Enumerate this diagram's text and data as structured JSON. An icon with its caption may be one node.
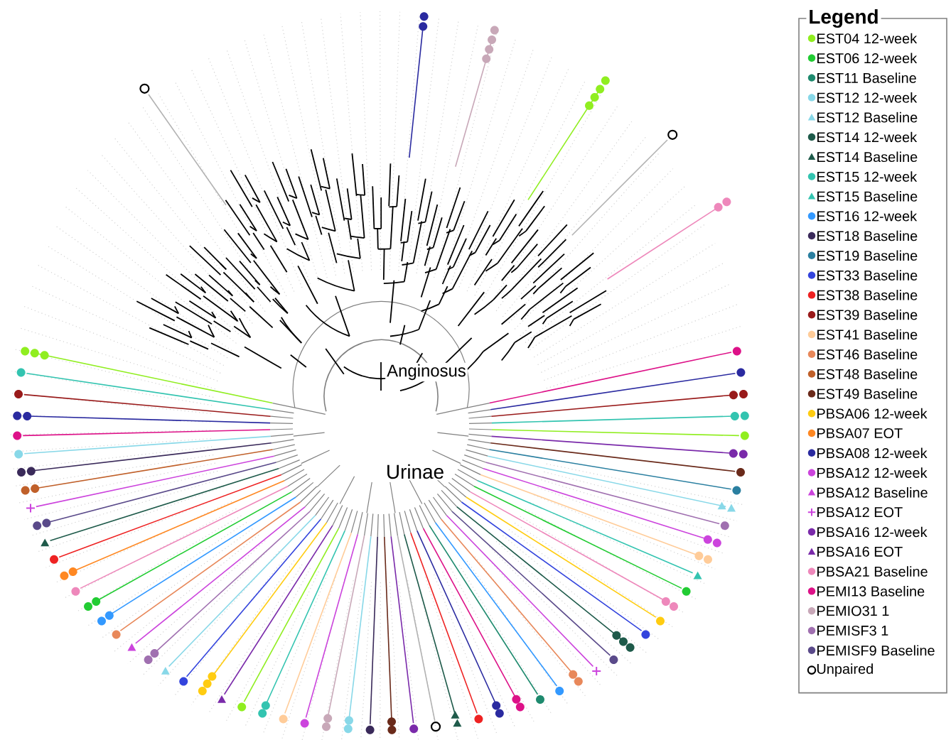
{
  "diagram": {
    "labels": [
      "Legend",
      "Anginosus",
      "Urinae"
    ],
    "legend": [
      {
        "text": "EST04 12-week",
        "color": "#90ee20"
      },
      {
        "text": "EST06 12-week",
        "color": "#22cc33"
      },
      {
        "text": "EST11 Baseline",
        "color": "#1e8a6e"
      },
      {
        "text": "EST12 12-week",
        "color": "#88d8e8"
      },
      {
        "text": "EST12 Baseline",
        "color": "#88d8e8"
      },
      {
        "text": "EST14 12-week",
        "color": "#1e5a4a"
      },
      {
        "text": "EST14 Baseline",
        "color": "#1e5a4a"
      },
      {
        "text": "EST15 12-week",
        "color": "#33c4b0"
      },
      {
        "text": "EST15 Baseline",
        "color": "#33c4b0"
      },
      {
        "text": "EST16 12-week",
        "color": "#3399ff"
      },
      {
        "text": "EST18 Baseline",
        "color": "#3a2a5a"
      },
      {
        "text": "EST19 Baseline",
        "color": "#2a7fa0"
      },
      {
        "text": "EST33 Baseline",
        "color": "#3344dd"
      },
      {
        "text": "EST38 Baseline",
        "color": "#ee2222"
      },
      {
        "text": "EST39 Baseline",
        "color": "#991a1a"
      },
      {
        "text": "EST41 Baseline",
        "color": "#ffcc99"
      },
      {
        "text": "EST46 Baseline",
        "color": "#e8885a"
      },
      {
        "text": "EST48 Baseline",
        "color": "#c0602a"
      },
      {
        "text": "EST49 Baseline",
        "color": "#6a2a1a"
      },
      {
        "text": "PBSA06 12-week",
        "color": "#ffcc11"
      },
      {
        "text": "PBSA07 EOT",
        "color": "#ff8822"
      },
      {
        "text": "PBSA08 12-week",
        "color": "#2a2aa0"
      },
      {
        "text": "PBSA12 12-week",
        "color": "#cc44dd"
      },
      {
        "text": "PBSA12 Baseline",
        "color": "#cc44dd"
      },
      {
        "text": "PBSA12 EOT",
        "color": "#cc44dd"
      },
      {
        "text": "PBSA16 12-week",
        "color": "#7a2aaa"
      },
      {
        "text": "PBSA16 EOT",
        "color": "#7a2aaa"
      },
      {
        "text": "PBSA21 Baseline",
        "color": "#ee88bb"
      },
      {
        "text": "PEMI13 Baseline",
        "color": "#dd1188"
      },
      {
        "text": "PEMIO31 1",
        "color": "#c8a8b8"
      },
      {
        "text": "PEMISF3 1",
        "color": "#a070b0"
      },
      {
        "text": "PEMISF9 Baseline",
        "color": "#5a4a8a"
      },
      {
        "text": "Unpaired"
      }
    ]
  }
}
